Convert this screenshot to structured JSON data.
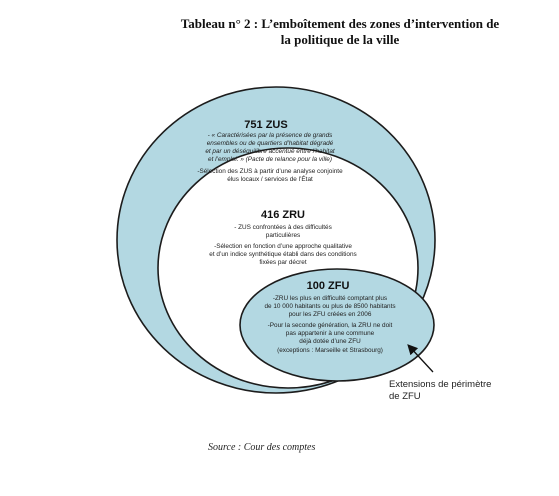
{
  "title": {
    "line1": "Tableau n° 2 : L’emboîtement des zones d’intervention de",
    "line2": "la politique de la ville"
  },
  "zus": {
    "heading": "751 ZUS",
    "lines": [
      "- « Caractérisées  par la présence de grands",
      "ensembles ou de quartiers d’habitat dégradé",
      "et par un déséquilibre accentué entre l’habitat",
      "et l’emploi. » (Pacte de relance pour la ville)",
      "-Sélection des ZUS à partir d’une analyse conjointe",
      "élus locaux / services de l’État"
    ]
  },
  "zru": {
    "heading": "416 ZRU",
    "lines": [
      "- ZUS confrontées à des difficultés",
      "particulières",
      "-Sélection en fonction d’une approche qualitative",
      "et d’un indice synthétique établi dans des conditions",
      "fixées par décret"
    ]
  },
  "zfu": {
    "heading": "100 ZFU",
    "lines": [
      "-ZRU les plus en difficulté comptant plus",
      "de 10 000 habitants ou plus de 8500 habitants",
      "pour les ZFU créées en 2006",
      "-Pour la seconde génération, la ZRU ne doit",
      "pas appartenir à une commune",
      "déjà dotée d’une ZFU",
      "(exceptions : Marseille et Strasbourg)"
    ]
  },
  "annotation": {
    "line1": "Extensions de périmètre",
    "line2": "de ZFU"
  },
  "source": "Source : Cour des comptes",
  "colors": {
    "outer_fill": "#b3d8e2",
    "middle_fill": "#ffffff",
    "inner_fill": "#b3d8e2",
    "stroke": "#1c1c1c"
  }
}
